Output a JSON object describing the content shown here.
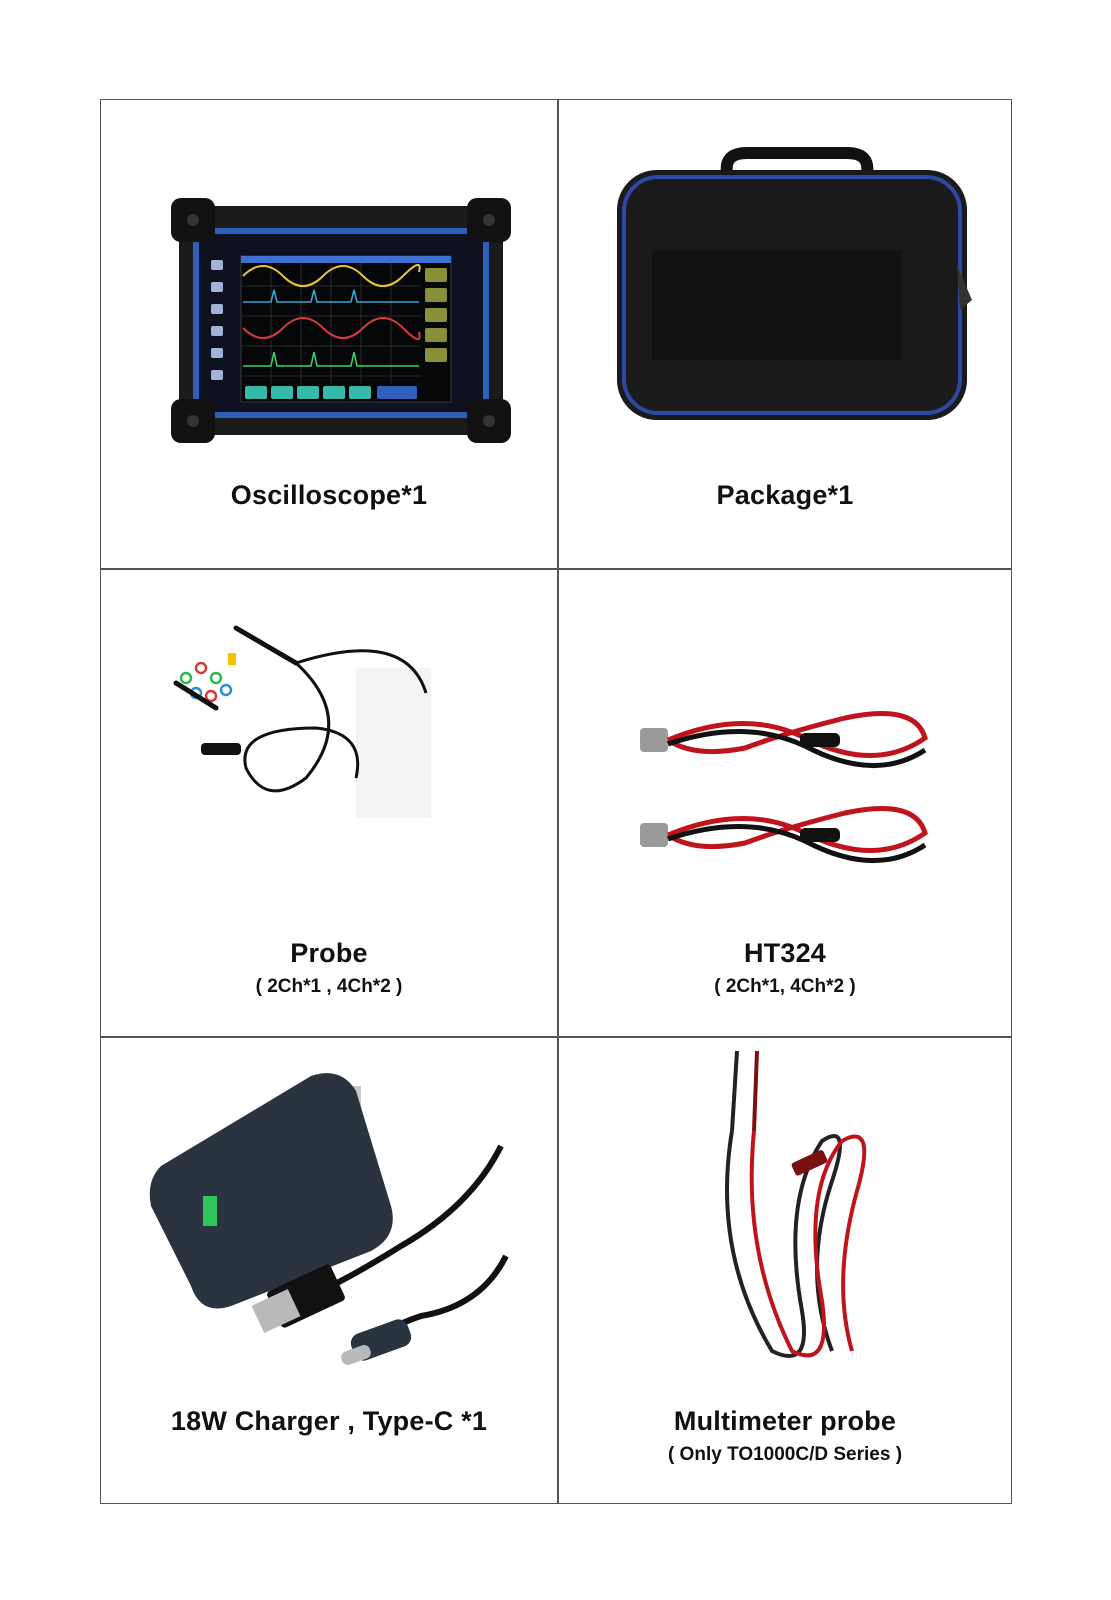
{
  "items": [
    {
      "title": "Oscilloscope*1",
      "subtitle": ""
    },
    {
      "title": "Package*1",
      "subtitle": ""
    },
    {
      "title": "Probe",
      "subtitle": "( 2Ch*1 , 4Ch*2 )"
    },
    {
      "title": "HT324",
      "subtitle": "( 2Ch*1, 4Ch*2 )"
    },
    {
      "title": "18W Charger , Type-C *1",
      "subtitle": ""
    },
    {
      "title": "Multimeter probe",
      "subtitle": "( Only TO1000C/D Series )"
    }
  ],
  "colors": {
    "border": "#555555",
    "device_blue": "#2f5fb8",
    "waveform_yellow": "#e8c63a",
    "waveform_red": "#d83a3a",
    "waveform_green": "#3fcf6a",
    "cable_red": "#c0141c"
  }
}
